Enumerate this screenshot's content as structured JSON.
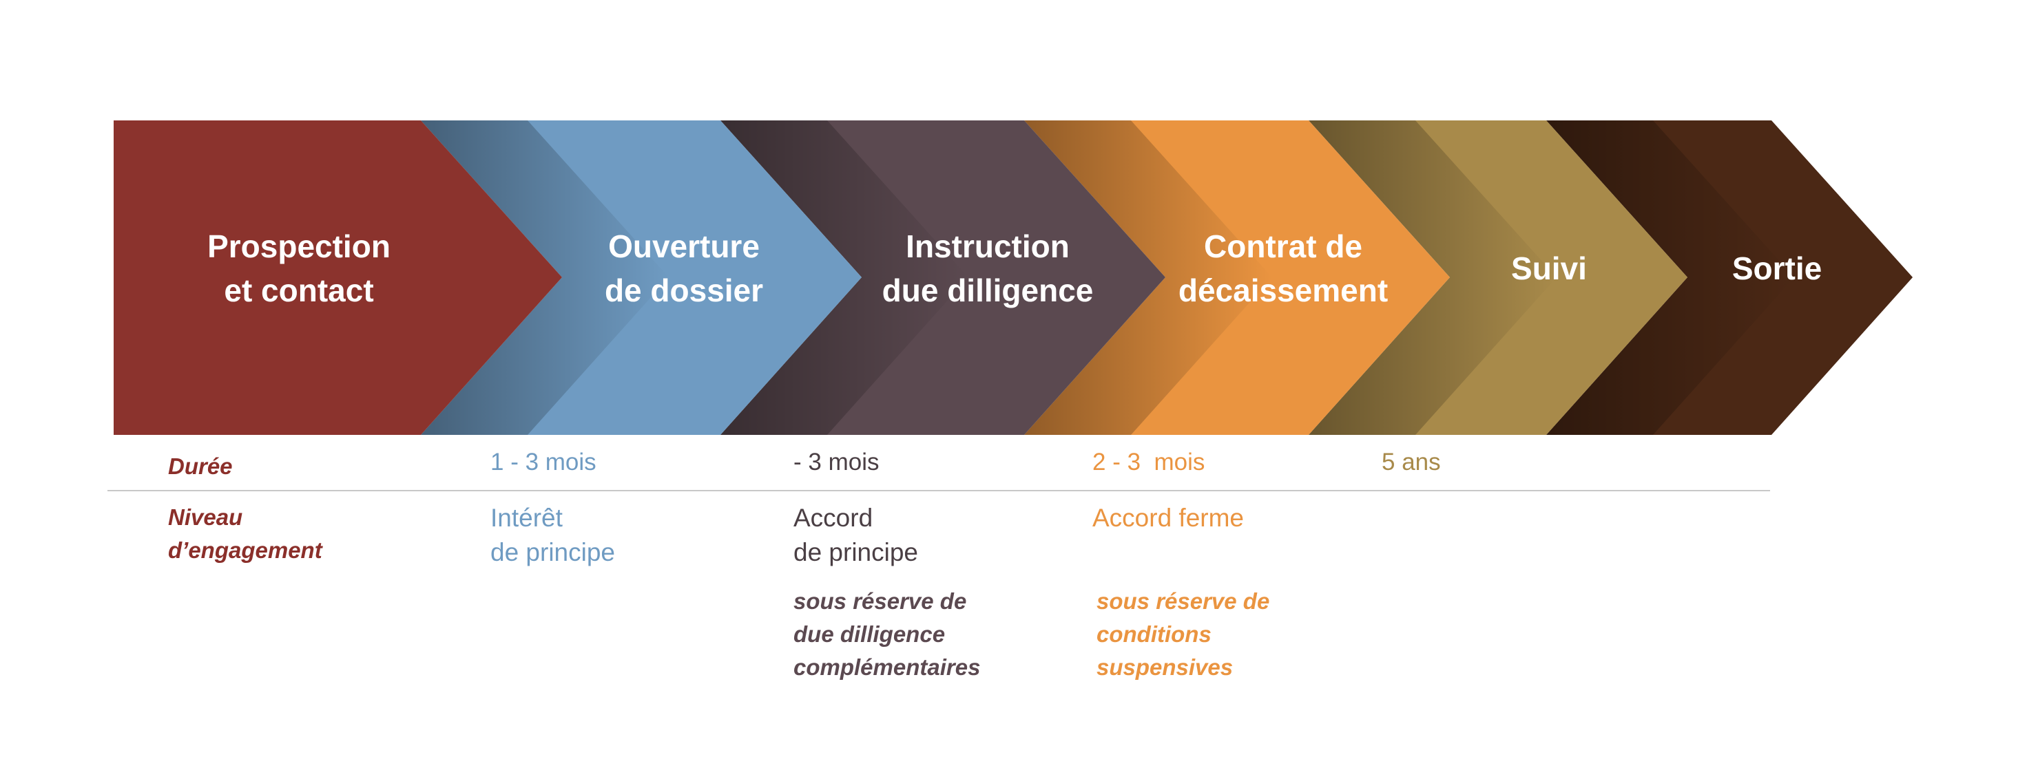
{
  "colors": {
    "prospection": "#8B332D",
    "ouverture": "#6F9BC2",
    "instruction": "#5B4950",
    "contrat": "#EA9440",
    "suivi": "#A88A4A",
    "sortie": "#4B2815",
    "heading": "#8B2F2A",
    "dark_text": "#4a3f44"
  },
  "steps": [
    {
      "label": "Prospection\net contact"
    },
    {
      "label": "Ouverture\nde dossier"
    },
    {
      "label": "Instruction\ndue dilligence"
    },
    {
      "label": "Contrat de\ndécaissement"
    },
    {
      "label": "Suivi"
    },
    {
      "label": "Sortie"
    }
  ],
  "rows": {
    "duree_heading": "Durée",
    "engagement_heading": "Niveau\nd’engagement"
  },
  "durations": {
    "ouverture": "1 - 3 mois",
    "instruction": "- 3 mois",
    "contrat": "2 - 3  mois",
    "suivi": "5 ans"
  },
  "engagement": {
    "ouverture": "Intérêt\nde principe",
    "instruction": "Accord\nde principe",
    "contrat": "Accord ferme"
  },
  "conditions": {
    "instruction": "sous réserve de\ndue dilligence\ncomplémentaires",
    "contrat": "sous réserve de\nconditions\nsuspensives"
  }
}
